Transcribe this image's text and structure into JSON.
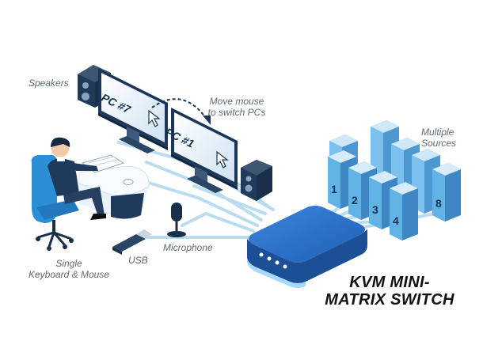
{
  "labels": {
    "speakers": "Speakers",
    "move_mouse_line1": "Move mouse",
    "move_mouse_line2": "to switch PCs",
    "multiple_sources_line1": "Multiple",
    "multiple_sources_line2": "Sources",
    "single_kbm_line1": "Single",
    "single_kbm_line2": "Keyboard & Mouse",
    "usb": "USB",
    "microphone": "Microphone"
  },
  "monitors": [
    {
      "screen_label": "PC #7"
    },
    {
      "screen_label": "PC #1"
    }
  ],
  "servers": [
    "1",
    "2",
    "3",
    "4",
    "8"
  ],
  "title": {
    "line1": "KVM MINI-",
    "line2": "MATRIX SWITCH"
  },
  "colors": {
    "device_blue": "#1c58a8",
    "device_top": "#2a74cf",
    "cable": "#b9dcef",
    "server_front": "#63b2e6",
    "server_top": "#cfe8f8",
    "label_text": "#5f6b72",
    "title_text": "#111111"
  }
}
